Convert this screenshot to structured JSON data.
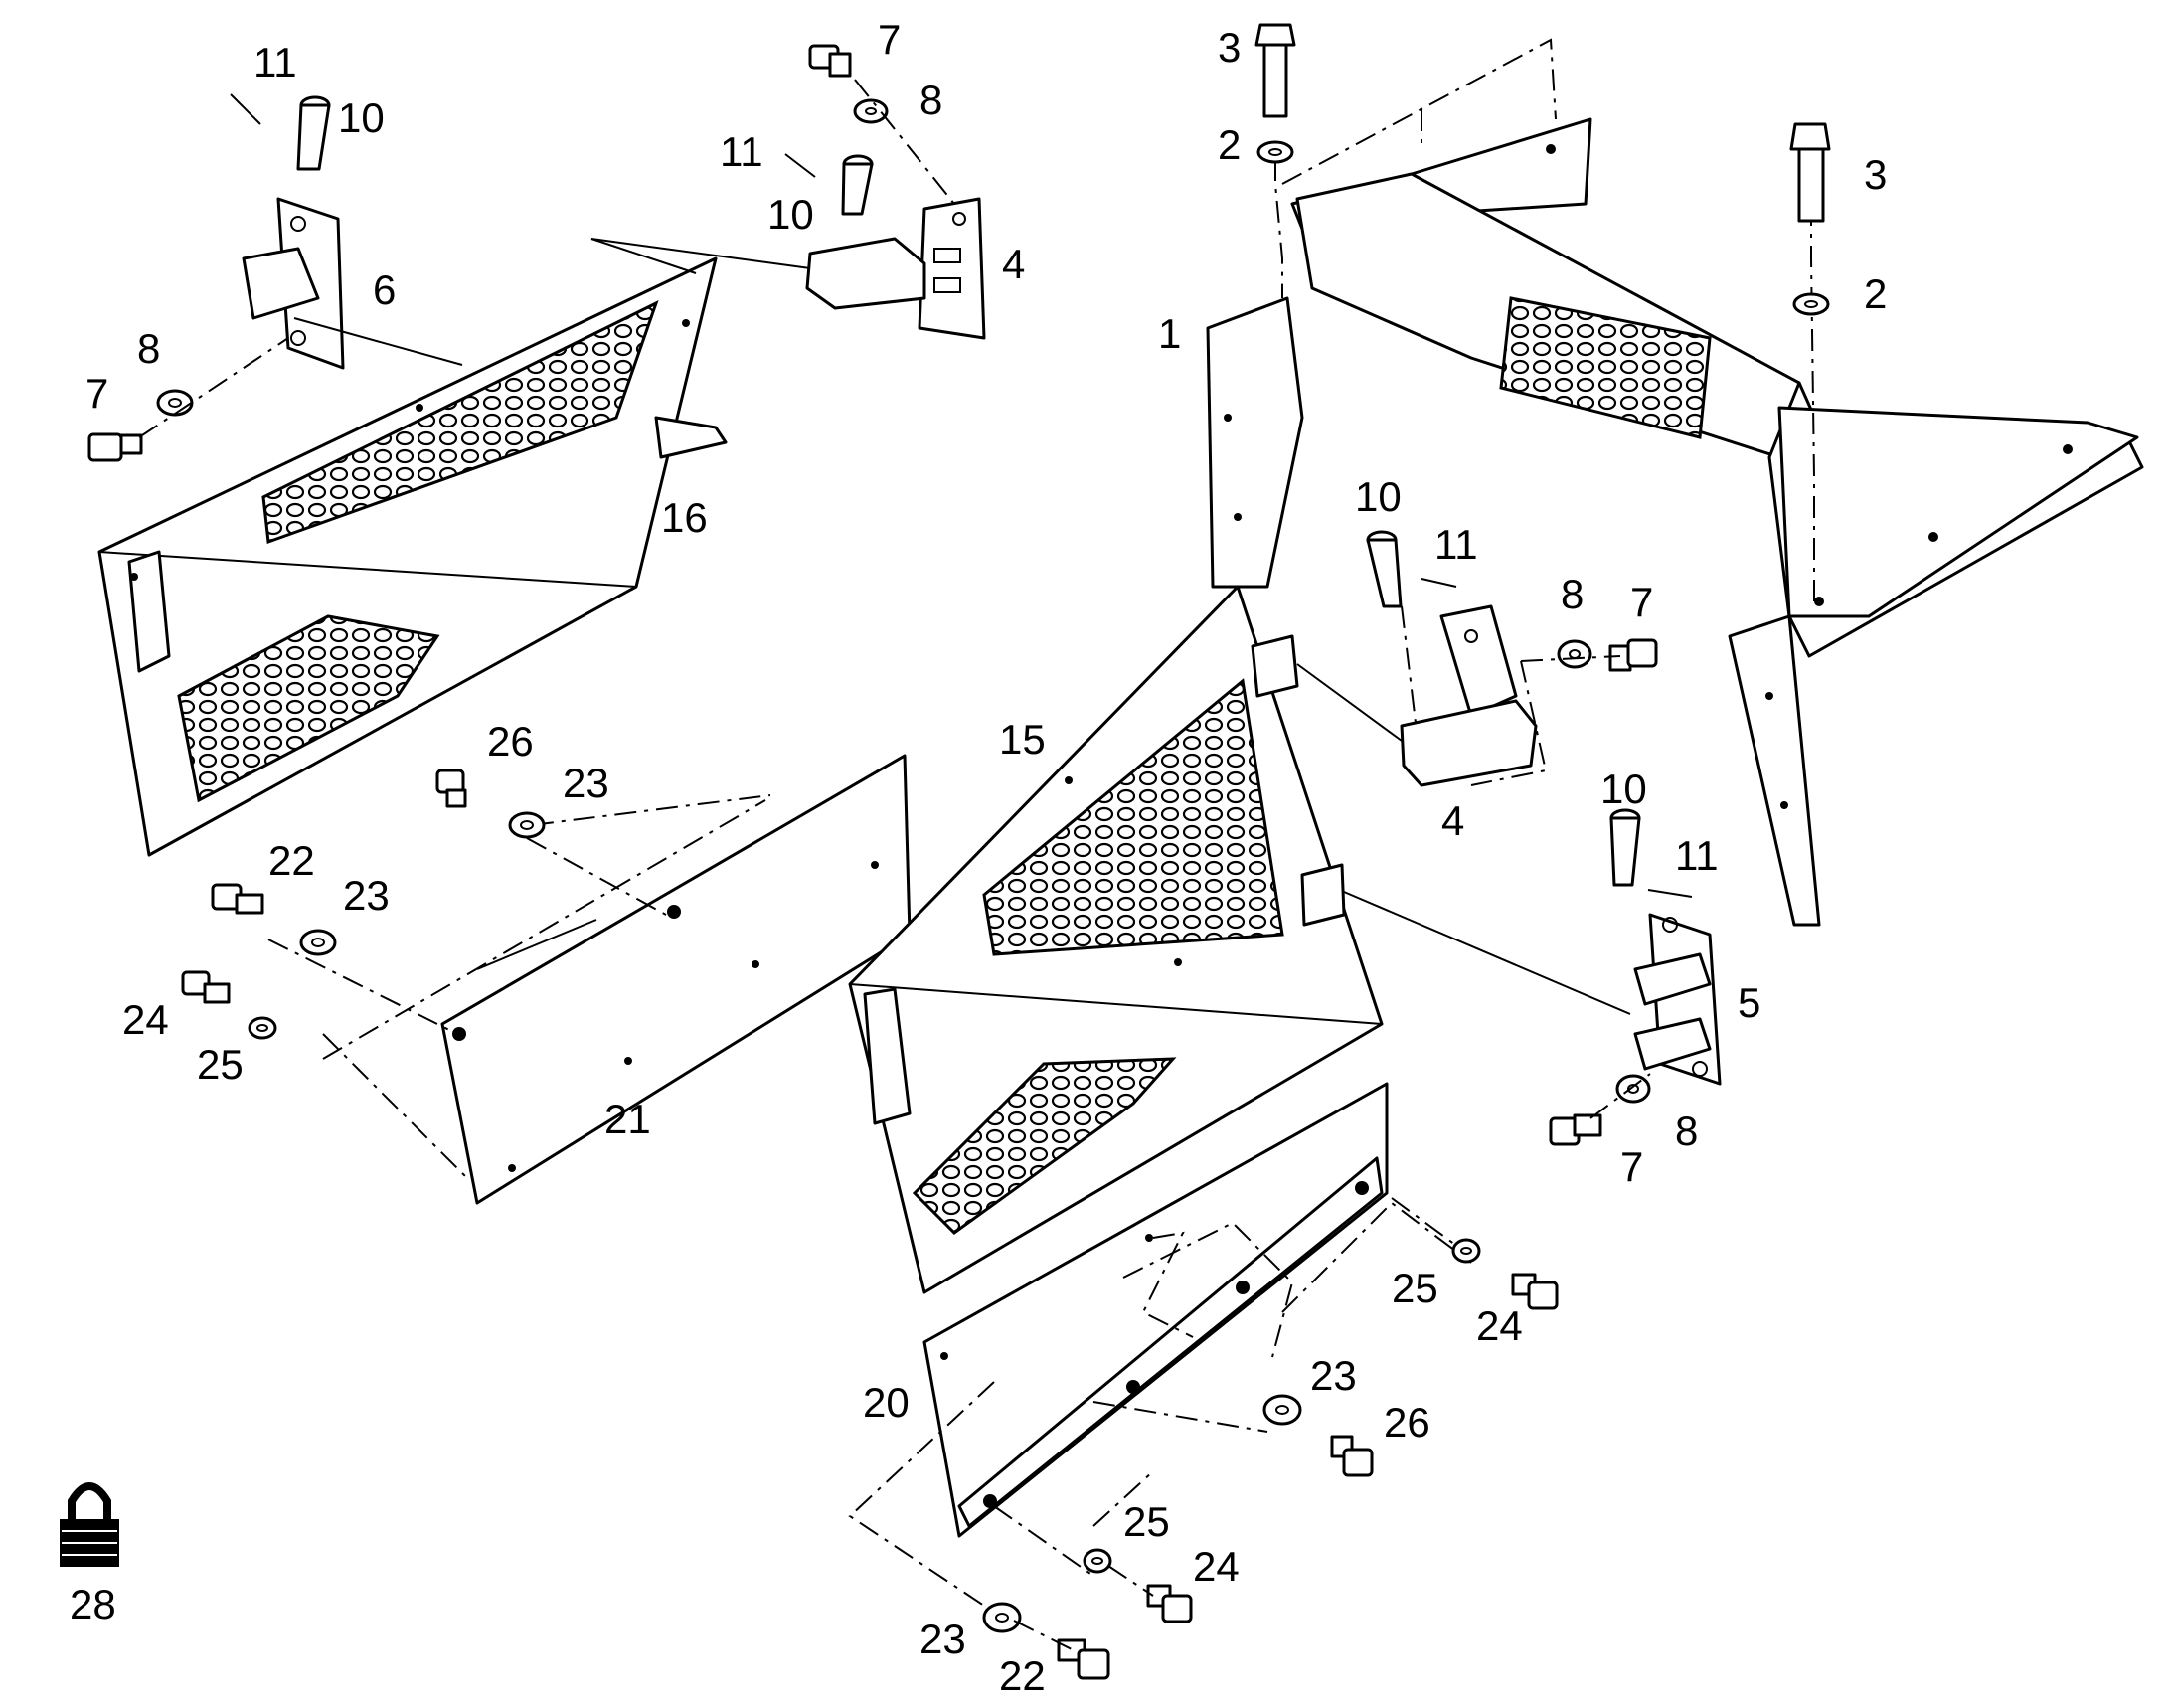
{
  "callouts": {
    "c1": "1",
    "c2a": "2",
    "c2b": "2",
    "c3a": "3",
    "c3b": "3",
    "c4a": "4",
    "c4b": "4",
    "c5": "5",
    "c6": "6",
    "c7a": "7",
    "c7b": "7",
    "c7c": "7",
    "c7d": "7",
    "c8a": "8",
    "c8b": "8",
    "c8c": "8",
    "c8d": "8",
    "c10a": "10",
    "c10b": "10",
    "c10c": "10",
    "c10d": "10",
    "c11a": "11",
    "c11b": "11",
    "c11c": "11",
    "c11d": "11",
    "c15": "15",
    "c16": "16",
    "c20": "20",
    "c21": "21",
    "c22a": "22",
    "c22b": "22",
    "c23a": "23",
    "c23b": "23",
    "c23c": "23",
    "c23d": "23",
    "c24a": "24",
    "c24b": "24",
    "c24c": "24",
    "c25a": "25",
    "c25b": "25",
    "c25c": "25",
    "c26a": "26",
    "c26b": "26",
    "c28": "28"
  }
}
